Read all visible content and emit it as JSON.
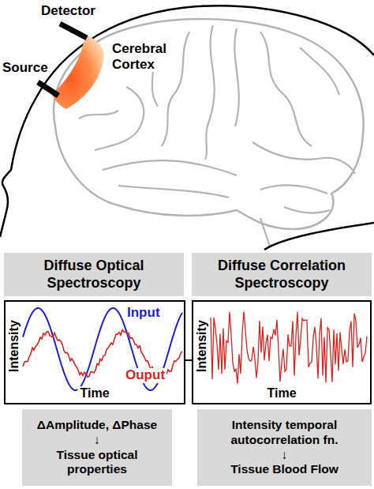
{
  "diagram": {
    "nodes": [
      {
        "text": [
          "Diffuse Optical Spectroscopy"
        ]
      },
      {
        "text": [
          "Diffuse Correlation Spectroscopy"
        ]
      },
      {
        "text": [
          "Intensity",
          "Time",
          "Input",
          "Ouput"
        ]
      },
      {
        "text": [
          "Intensity",
          "Time"
        ]
      },
      {
        "text": [
          "ΔAmplitude, ΔPhase",
          "↓",
          "Tissue optical properties"
        ]
      },
      {
        "text": [
          "Intensity temporal autocorrelation fn.",
          "↓",
          "Tissue Blood Flow"
        ]
      }
    ],
    "edges": [
      {
        "from": 2,
        "to": 3,
        "arrow": "none"
      }
    ],
    "labels": [
      "Detector",
      "Source",
      "Cerebral Cortex"
    ]
  }
}
